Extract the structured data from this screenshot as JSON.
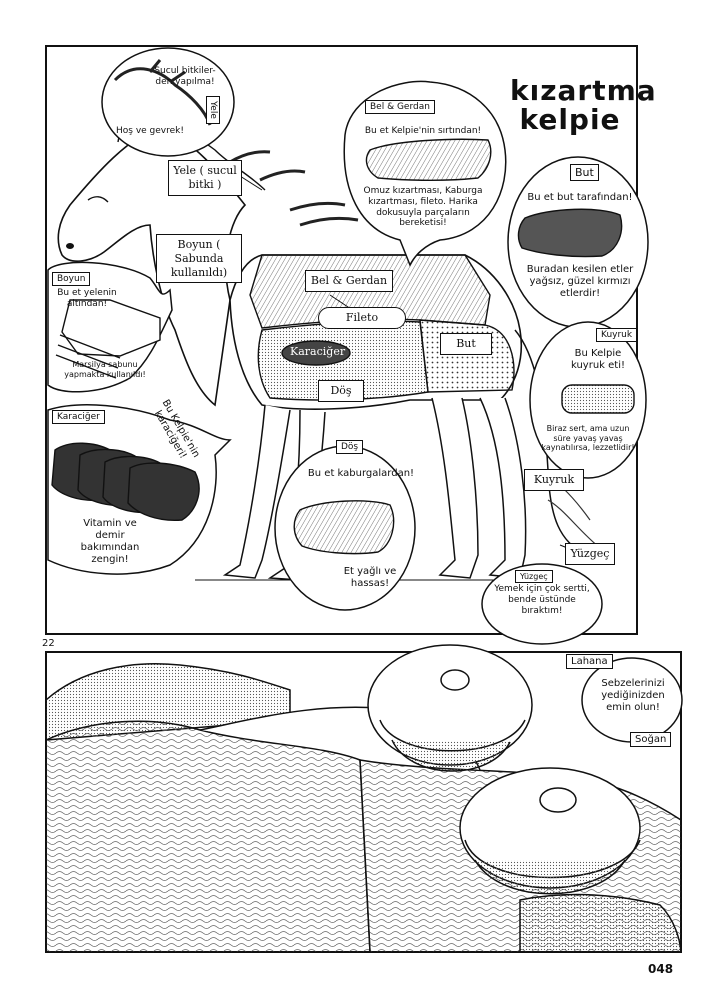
{
  "title": {
    "line1": "kızartma",
    "line2": "kelpie"
  },
  "panel_number": "22",
  "page_number": "048",
  "cut_labels": {
    "yele": "Yele ( sucul bitki )",
    "boyun": "Boyun ( Sabunda kullanıldı)",
    "bel": "Bel & Gerdan",
    "fileto": "Fileto",
    "karaciger": "Karaciğer",
    "but": "But",
    "dos": "Döş",
    "kuyruk": "Kuyruk",
    "yuzgec": "Yüzgeç"
  },
  "bubbles": {
    "yele": {
      "tag": "Yele",
      "text1": "Sucul bitkiler-den yapılma!",
      "text2": "Hoş ve gevrek!"
    },
    "bel": {
      "tag": "Bel & Gerdan",
      "text1": "Bu et Kelpie'nin sırtından!",
      "text2": "Omuz kızartması, Kaburga kızartması, fileto. Harika dokusuyla parçaların bereketisi!"
    },
    "but": {
      "tag": "But",
      "text1": "Bu et but tarafından!",
      "text2": "Buradan kesilen etler yağsız, güzel kırmızı etlerdir!"
    },
    "boyun": {
      "tag": "Boyun",
      "text1": "Bu et yelenin altından!",
      "text2": "Marsilya sabunu yapmakta kullanıldı!"
    },
    "kuyruk": {
      "tag": "Kuyruk",
      "text1": "Bu Kelpie kuyruk eti!",
      "text2": "Biraz sert, ama uzun süre yavaş yavaş kaynatılırsa, lezzetlidir!"
    },
    "karaciger": {
      "tag": "Karaciğer",
      "text1": "Bu Kelpie'nin karaciğeri!",
      "text2": "Vitamin ve demir bakımından zengin!"
    },
    "dos": {
      "tag": "Döş",
      "text1": "Bu et kaburgalardan!",
      "text2": "Et yağlı ve hassas!"
    },
    "yuzgec": {
      "tag": "Yüzgeç",
      "text1": "Yemek için çok sertti, bende üstünde bıraktım!"
    }
  },
  "lower_panel": {
    "lahana": "Lahana",
    "sogan": "Soğan",
    "speech": "Sebzelerinizi yediğinizden emin olun!"
  }
}
